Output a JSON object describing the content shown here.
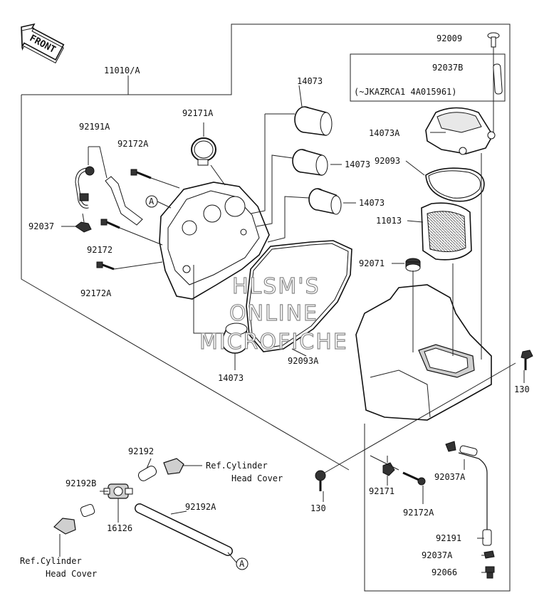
{
  "front_badge": "FRONT",
  "labels": {
    "p11010a": "11010/A",
    "p92009": "92009",
    "p92037b": "92037B",
    "p_note": "(~JKAZRCA1 4A015961)",
    "p14073a": "14073A",
    "p92093": "92093",
    "p11013": "11013",
    "p92071": "92071",
    "p130_right": "130",
    "p130_left": "130",
    "p14073_1": "14073",
    "p14073_2": "14073",
    "p14073_3": "14073",
    "p14073_4": "14073",
    "p92171a": "92171A",
    "p92191a": "92191A",
    "p92172a_top": "92172A",
    "p92037": "92037",
    "p92172": "92172",
    "p92172a_mid": "92172A",
    "p92093a": "92093A",
    "p92192": "92192",
    "p92192b": "92192B",
    "p16126": "16126",
    "p92192a": "92192A",
    "p92171": "92171",
    "p92172a_bot": "92172A",
    "p92037a_1": "92037A",
    "p92191": "92191",
    "p92037a_2": "92037A",
    "p92066": "92066",
    "ref_cyl_1a": "Ref.Cylinder",
    "ref_cyl_1b": "Head Cover",
    "ref_cyl_2a": "Ref.Cylinder",
    "ref_cyl_2b": "Head Cover",
    "marker_a1": "A",
    "marker_a2": "A"
  },
  "watermark": {
    "line1": "HLSM'S",
    "line2": "ONLINE",
    "line3": "MICROFICHE"
  }
}
